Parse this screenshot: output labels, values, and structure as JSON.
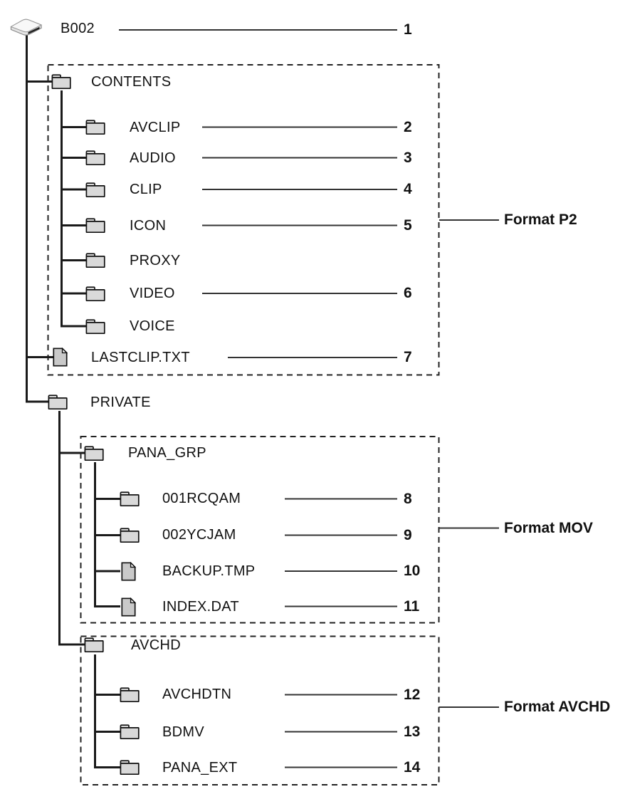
{
  "colors": {
    "background": "#ffffff",
    "line": "#1a1a1a",
    "folder_fill": "#d9d9d9",
    "file_fill": "#c9c9c9"
  },
  "root": {
    "label": "B002",
    "callout": "1"
  },
  "p2": {
    "format_label": "Format P2",
    "folder": {
      "label": "CONTENTS"
    },
    "children": [
      {
        "label": "AVCLIP",
        "type": "folder",
        "callout": "2"
      },
      {
        "label": "AUDIO",
        "type": "folder",
        "callout": "3"
      },
      {
        "label": "CLIP",
        "type": "folder",
        "callout": "4"
      },
      {
        "label": "ICON",
        "type": "folder",
        "callout": "5"
      },
      {
        "label": "PROXY",
        "type": "folder"
      },
      {
        "label": "VIDEO",
        "type": "folder",
        "callout": "6"
      },
      {
        "label": "VOICE",
        "type": "folder"
      }
    ],
    "file": {
      "label": "LASTCLIP.TXT",
      "type": "file",
      "callout": "7"
    }
  },
  "private": {
    "label": "PRIVATE"
  },
  "mov": {
    "format_label": "Format MOV",
    "folder": {
      "label": "PANA_GRP"
    },
    "children": [
      {
        "label": "001RCQAM",
        "type": "folder",
        "callout": "8"
      },
      {
        "label": "002YCJAM",
        "type": "folder",
        "callout": "9"
      },
      {
        "label": "BACKUP.TMP",
        "type": "file",
        "callout": "10"
      },
      {
        "label": "INDEX.DAT",
        "type": "file",
        "callout": "11"
      }
    ]
  },
  "avchd": {
    "format_label": "Format AVCHD",
    "folder": {
      "label": "AVCHD"
    },
    "children": [
      {
        "label": "AVCHDTN",
        "type": "folder",
        "callout": "12"
      },
      {
        "label": "BDMV",
        "type": "folder",
        "callout": "13"
      },
      {
        "label": "PANA_EXT",
        "type": "folder",
        "callout": "14"
      }
    ]
  }
}
